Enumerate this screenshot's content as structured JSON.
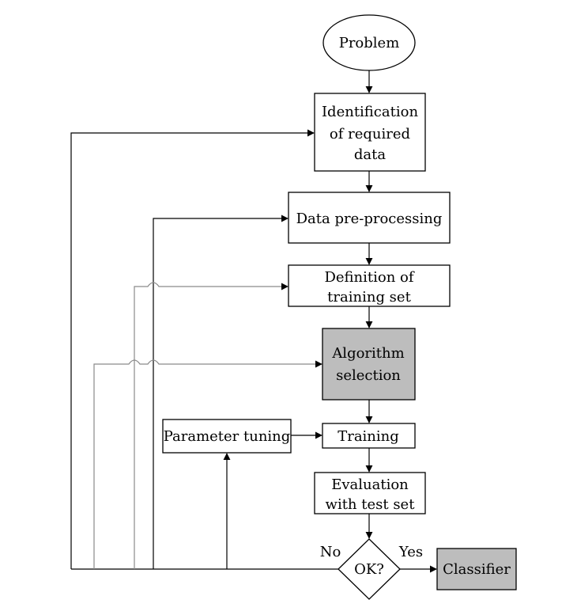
{
  "nodes": {
    "problem": "Problem",
    "identification": [
      "Identification",
      "of required",
      "data"
    ],
    "preprocessing": "Data pre-processing",
    "definition": [
      "Definition of",
      "training set"
    ],
    "algorithm": [
      "Algorithm",
      "selection"
    ],
    "training": "Training",
    "parameter_tuning": "Parameter tuning",
    "evaluation": [
      "Evaluation",
      "with test set"
    ],
    "decision": "OK?",
    "classifier": "Classifier"
  },
  "labels": {
    "no": "No",
    "yes": "Yes"
  },
  "colors": {
    "highlight_fill": "#bdbdbd",
    "stroke": "#000000",
    "feedback_line": "#8a8a8a"
  }
}
